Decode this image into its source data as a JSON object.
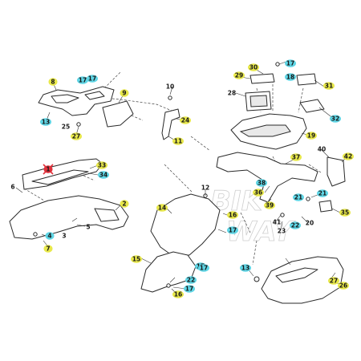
{
  "diagram": {
    "watermark": {
      "line1": "BIK",
      "line2": "WAY"
    },
    "colors": {
      "yellow": "#e8e84a",
      "cyan": "#5fd6e6",
      "red": "#e0303a",
      "ink": "#2a2a2a"
    },
    "callouts": [
      {
        "n": "1",
        "c": "red"
      },
      {
        "n": "2",
        "c": "yellow"
      },
      {
        "n": "3",
        "c": "none"
      },
      {
        "n": "4",
        "c": "cyan"
      },
      {
        "n": "5",
        "c": "none"
      },
      {
        "n": "6",
        "c": "none"
      },
      {
        "n": "7",
        "c": "yellow"
      },
      {
        "n": "8",
        "c": "yellow"
      },
      {
        "n": "9",
        "c": "yellow"
      },
      {
        "n": "10",
        "c": "none"
      },
      {
        "n": "11",
        "c": "yellow"
      },
      {
        "n": "12",
        "c": "none"
      },
      {
        "n": "13",
        "c": "cyan"
      },
      {
        "n": "14",
        "c": "yellow"
      },
      {
        "n": "15",
        "c": "yellow"
      },
      {
        "n": "16",
        "c": "yellow"
      },
      {
        "n": "17",
        "c": "cyan"
      },
      {
        "n": "18",
        "c": "cyan"
      },
      {
        "n": "19",
        "c": "yellow"
      },
      {
        "n": "20",
        "c": "none"
      },
      {
        "n": "21",
        "c": "cyan"
      },
      {
        "n": "22",
        "c": "cyan"
      },
      {
        "n": "23",
        "c": "none"
      },
      {
        "n": "24",
        "c": "yellow"
      },
      {
        "n": "25",
        "c": "none"
      },
      {
        "n": "26",
        "c": "yellow"
      },
      {
        "n": "27",
        "c": "yellow"
      },
      {
        "n": "28",
        "c": "none"
      },
      {
        "n": "29",
        "c": "yellow"
      },
      {
        "n": "30",
        "c": "yellow"
      },
      {
        "n": "31",
        "c": "yellow"
      },
      {
        "n": "32",
        "c": "cyan"
      },
      {
        "n": "33",
        "c": "yellow"
      },
      {
        "n": "34",
        "c": "cyan"
      },
      {
        "n": "35",
        "c": "yellow"
      },
      {
        "n": "36",
        "c": "yellow"
      },
      {
        "n": "37",
        "c": "yellow"
      },
      {
        "n": "38",
        "c": "cyan"
      },
      {
        "n": "39",
        "c": "yellow"
      },
      {
        "n": "40",
        "c": "none"
      },
      {
        "n": "41",
        "c": "none"
      },
      {
        "n": "42",
        "c": "yellow"
      }
    ]
  }
}
